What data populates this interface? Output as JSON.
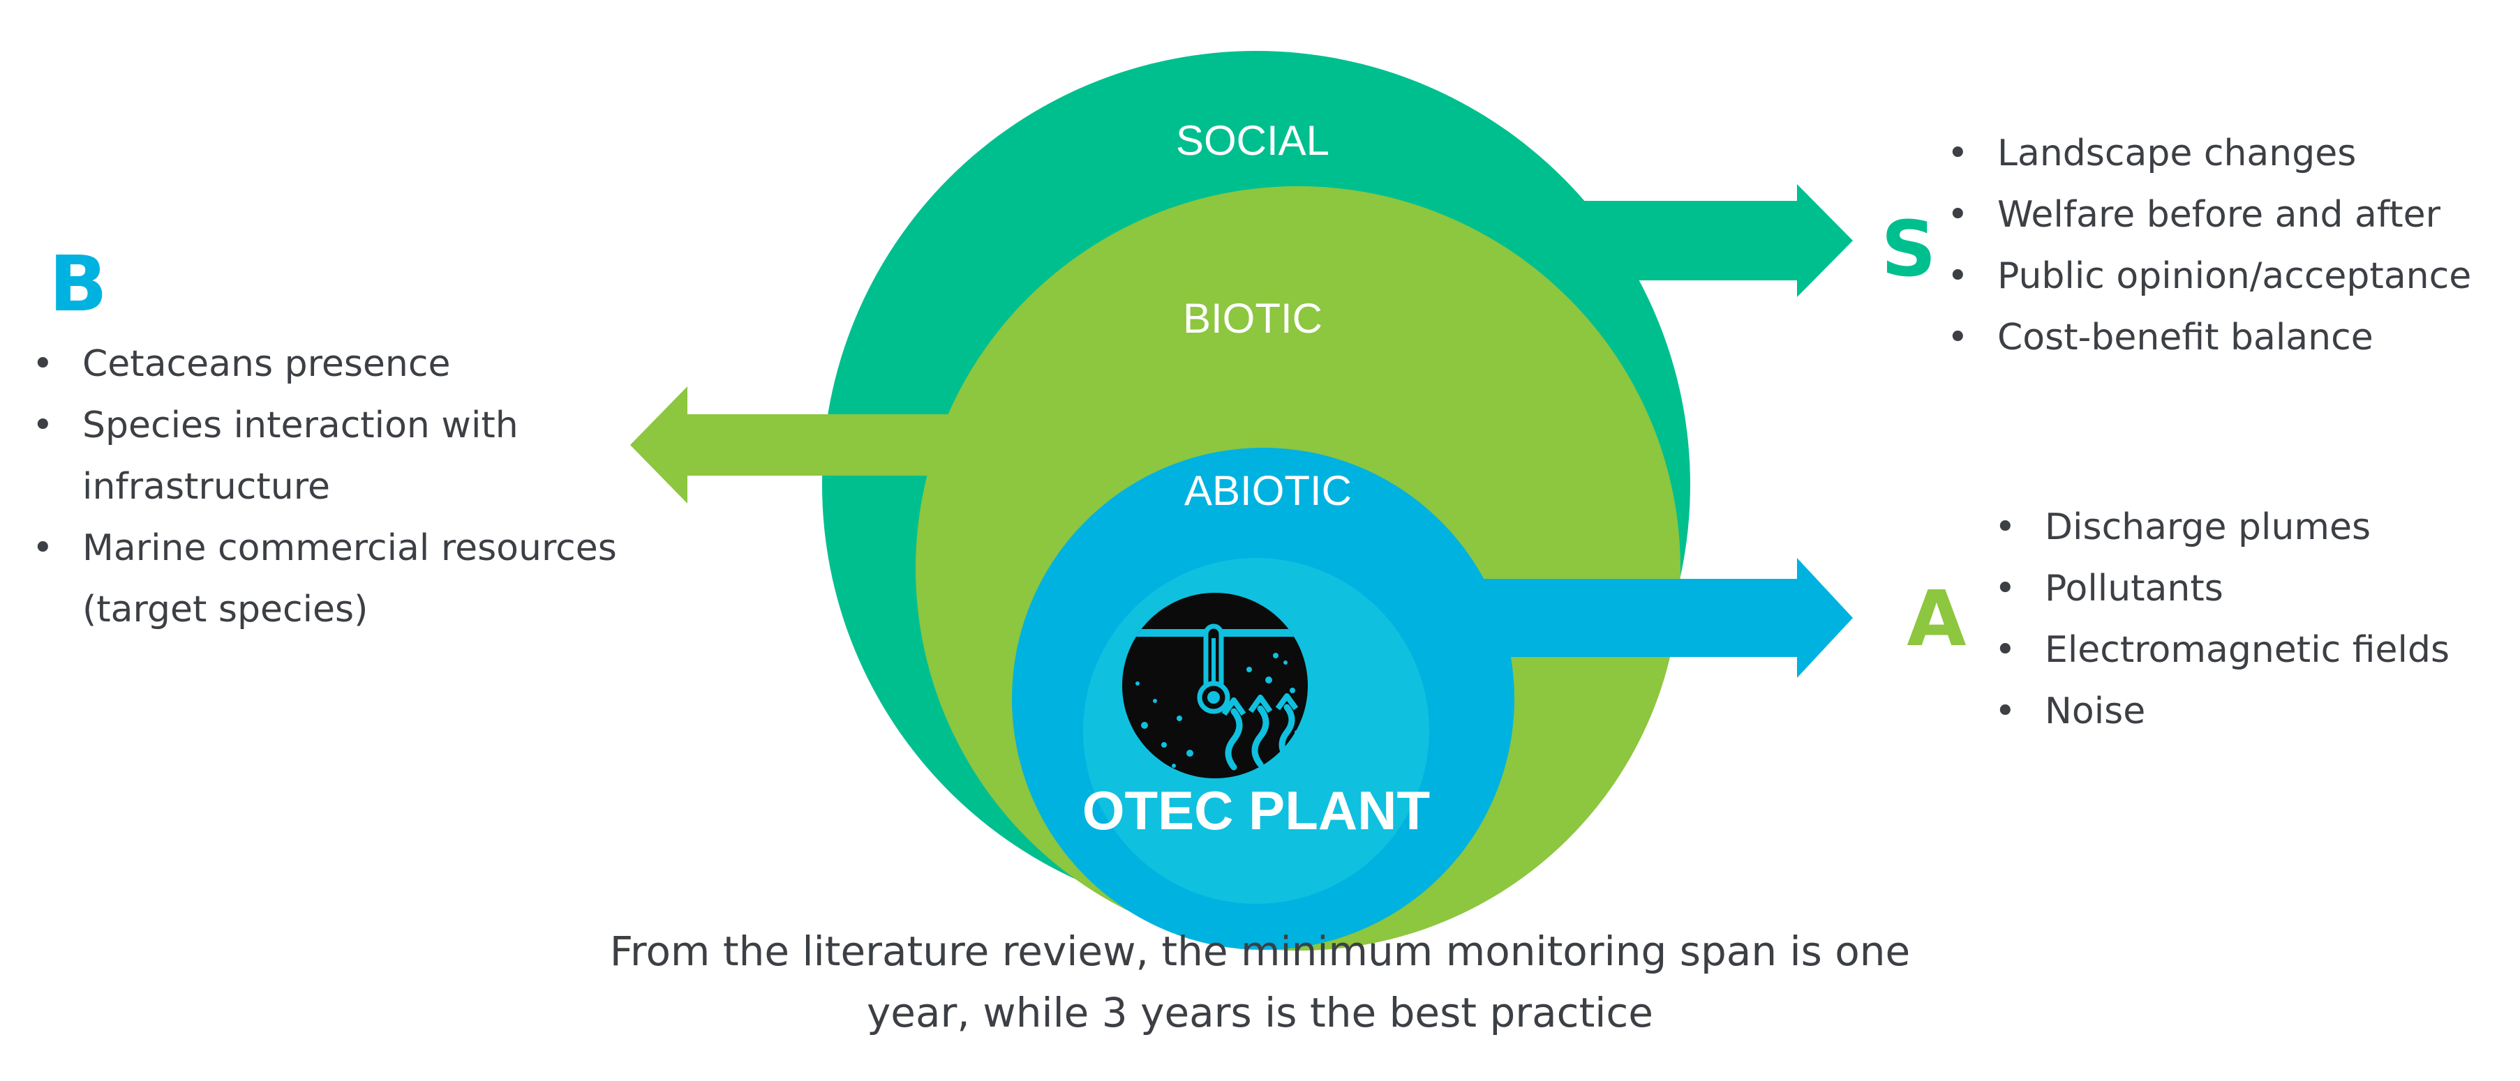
{
  "diagram": {
    "rings": {
      "social": "SOCIAL",
      "biotic": "BIOTIC",
      "abiotic": "ABIOTIC",
      "core": "OTEC PLANT"
    },
    "letters": {
      "biotic": "B",
      "social": "S",
      "abiotic": "A"
    },
    "colors": {
      "social": "#00bf8f",
      "biotic": "#8dc63f",
      "abiotic": "#00b2e0",
      "core": "#10c0df",
      "text": "#3c3f44",
      "icon": "#0b0b0b"
    },
    "icon": "ocean-thermal-icon"
  },
  "lists": {
    "biotic": [
      "Cetaceans presence",
      "Species interaction with infrastructure",
      "Marine commercial resources (target species)"
    ],
    "social": [
      "Landscape changes",
      "Welfare before and after",
      "Public opinion/acceptance",
      "Cost-benefit balance"
    ],
    "abiotic": [
      "Discharge plumes",
      "Pollutants",
      "Electromagnetic fields",
      "Noise"
    ]
  },
  "caption": {
    "line1": "From the literature review, the minimum monitoring span is one",
    "line2": "year, while 3 years is the best practice"
  }
}
